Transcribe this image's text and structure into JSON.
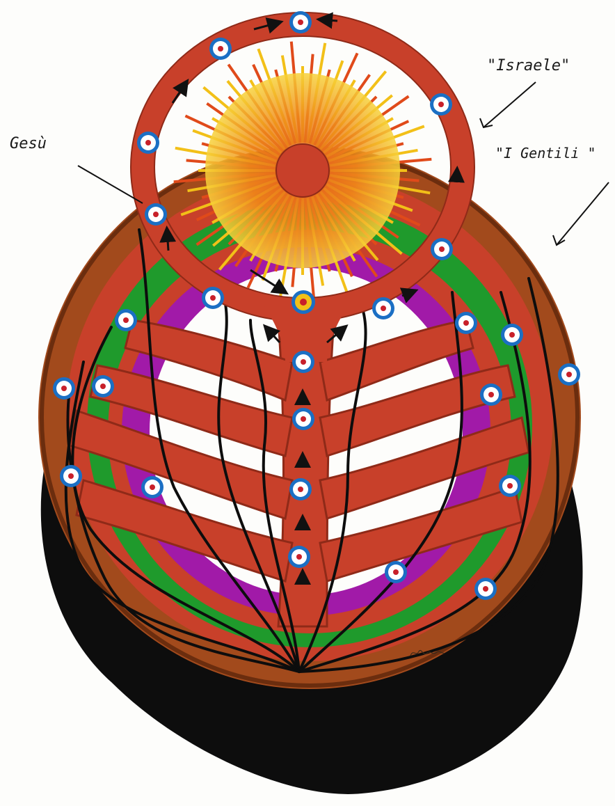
{
  "labels": {
    "gesu": "Gesù",
    "israele": "\"Israele\"",
    "gentili": "\"I Gentili \""
  },
  "colors": {
    "israel_ring": "#c8402a",
    "gentile_ring": "#a24a1c",
    "green_band": "#1f9a2c",
    "purple_band": "#a11aa8",
    "sun_core": "#c8402a",
    "sun_rays": "#f2b418",
    "root_mass": "#0d0d0d",
    "dot_ring": "#1b6fc4"
  },
  "icons": {
    "sun": "sun-icon",
    "dot": "eye-dot-icon",
    "arrow": "arrow-icon"
  }
}
